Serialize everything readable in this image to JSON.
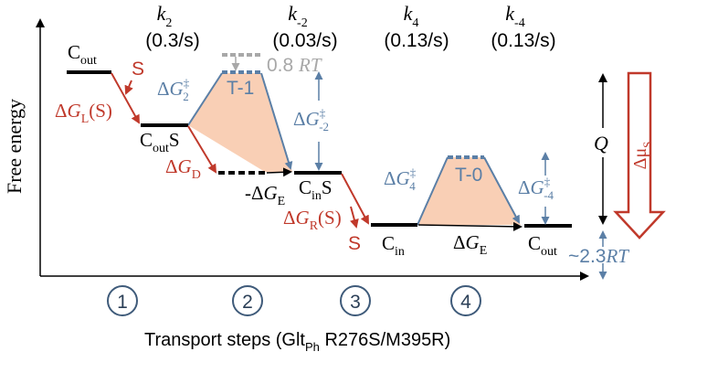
{
  "axes": {
    "y_label": "Free energy",
    "x_label_main": "Transport steps (Glt",
    "x_label_sub": "Ph",
    "x_label_end": " R276S/M395R)"
  },
  "rates": [
    {
      "k": "k",
      "sub": "2",
      "value": "(0.3/s)"
    },
    {
      "k": "k",
      "sub": "-2",
      "value": "(0.03/s)"
    },
    {
      "k": "k",
      "sub": "4",
      "value": "(0.13/s)"
    },
    {
      "k": "k",
      "sub": "-4",
      "value": "(0.13/s)"
    }
  ],
  "states": {
    "c_out_1": {
      "main": "C",
      "sub": "out"
    },
    "c_out_s": {
      "main": "C",
      "sub": "out",
      "tail": "S"
    },
    "c_in_s": {
      "main": "C",
      "sub": "in",
      "tail": "S"
    },
    "c_in": {
      "main": "C",
      "sub": "in"
    },
    "c_out_2": {
      "main": "C",
      "sub": "out"
    },
    "t1": "T-1",
    "t0": "T-0"
  },
  "energies": {
    "dg_l": {
      "delta": "Δ",
      "g": "G",
      "sub": "L",
      "tail": "(S)"
    },
    "dg_d": {
      "delta": "Δ",
      "g": "G",
      "sub": "D"
    },
    "dg_e_neg": {
      "prefix": "-Δ",
      "g": "G",
      "sub": "E"
    },
    "dg_r": {
      "delta": "Δ",
      "g": "G",
      "sub": "R",
      "tail": "(S)"
    },
    "dg_e": {
      "delta": "Δ",
      "g": "G",
      "sub": "E"
    },
    "dg2": {
      "delta": "Δ",
      "g": "G",
      "sup": "‡",
      "sub": "2"
    },
    "dg_2": {
      "delta": "Δ",
      "g": "G",
      "sup": "‡",
      "sub": "-2"
    },
    "dg4": {
      "delta": "Δ",
      "g": "G",
      "sup": "‡",
      "sub": "4"
    },
    "dg_4": {
      "delta": "Δ",
      "g": "G",
      "sup": "‡",
      "sub": "-4"
    }
  },
  "labels": {
    "s_bind": "S",
    "s_release": "S",
    "rt_08": "0.8 ",
    "rt_unit": "RT",
    "rt_23": "~2.3",
    "q": "Q",
    "dmu": "Δμ",
    "dmu_sub": "S"
  },
  "steps": [
    "1",
    "2",
    "3",
    "4"
  ],
  "colors": {
    "black": "#000000",
    "red": "#c0392b",
    "blue": "#5b7fa6",
    "gray": "#a8a8a8",
    "fill": "#f9cfb5",
    "step_circle": "#3f5b7a"
  }
}
